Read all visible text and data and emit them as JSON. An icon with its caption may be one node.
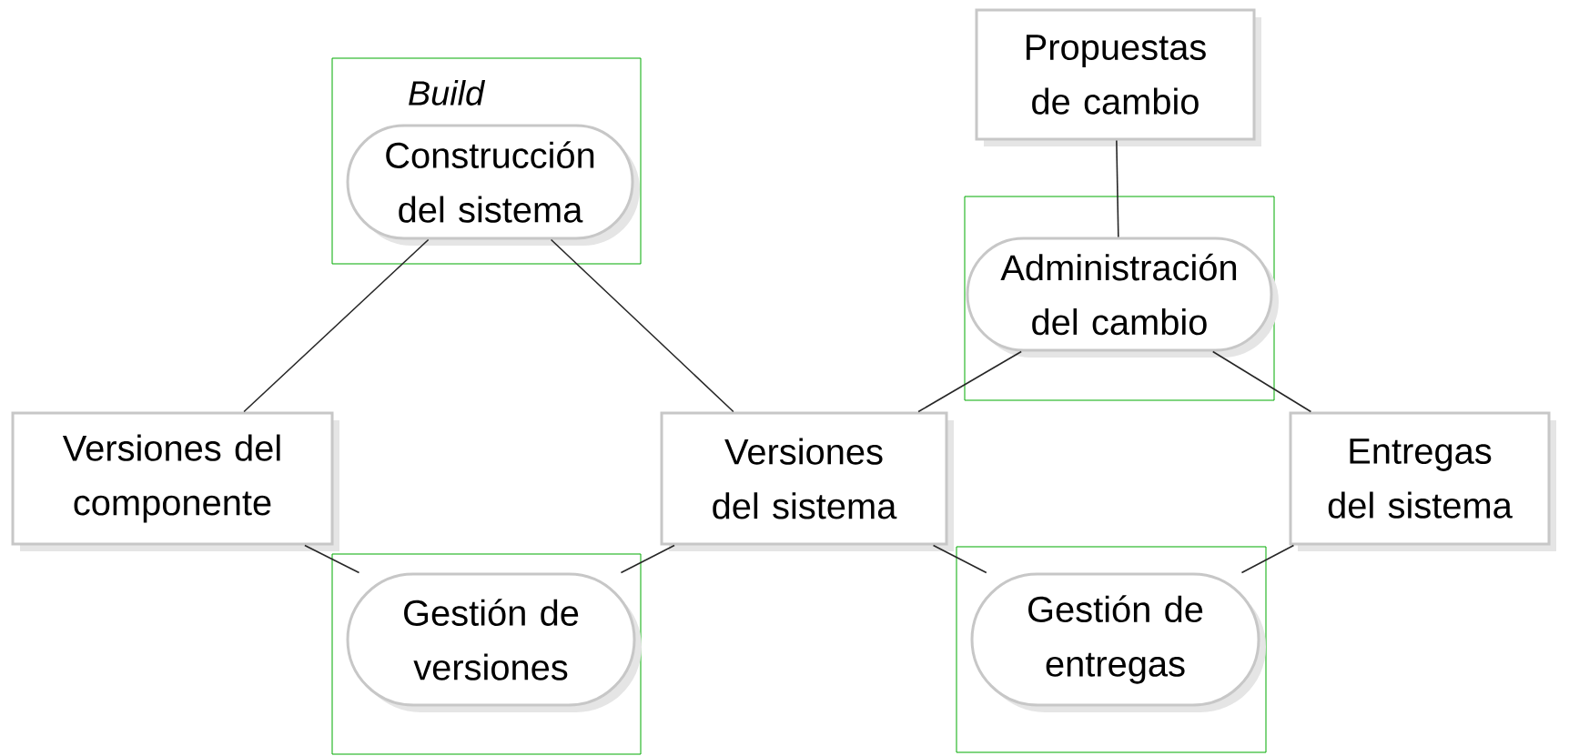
{
  "diagram": {
    "nodes": [
      {
        "text": [
          "Propuestas de cambio"
        ]
      },
      {
        "text": [
          "Build"
        ]
      },
      {
        "text": [
          "Construcción del sistema"
        ],
        "in": 1
      },
      {
        "text": [],
        "shape": "box"
      },
      {
        "text": [
          "Administración del cambio"
        ],
        "in": 3
      },
      {
        "text": [
          "Versiones del componente"
        ]
      },
      {
        "text": [
          "Versiones del sistema"
        ]
      },
      {
        "text": [
          "Entregas del sistema"
        ]
      },
      {
        "text": [],
        "shape": "box"
      },
      {
        "text": [
          "Gestión de versiones"
        ],
        "in": 8
      },
      {
        "text": [],
        "shape": "box"
      },
      {
        "text": [
          "Gestión de entregas"
        ],
        "in": 10
      }
    ],
    "edges": [
      {
        "from": 2,
        "to": 5,
        "arrow": "none"
      },
      {
        "from": 2,
        "to": 6,
        "arrow": "none"
      },
      {
        "from": 0,
        "to": 4,
        "arrow": "none"
      },
      {
        "from": 4,
        "to": 6,
        "arrow": "none"
      },
      {
        "from": 4,
        "to": 7,
        "arrow": "none"
      },
      {
        "from": 5,
        "to": 9,
        "arrow": "none"
      },
      {
        "from": 9,
        "to": 6,
        "arrow": "none"
      },
      {
        "from": 6,
        "to": 11,
        "arrow": "none"
      },
      {
        "from": 11,
        "to": 7,
        "arrow": "none"
      }
    ]
  }
}
